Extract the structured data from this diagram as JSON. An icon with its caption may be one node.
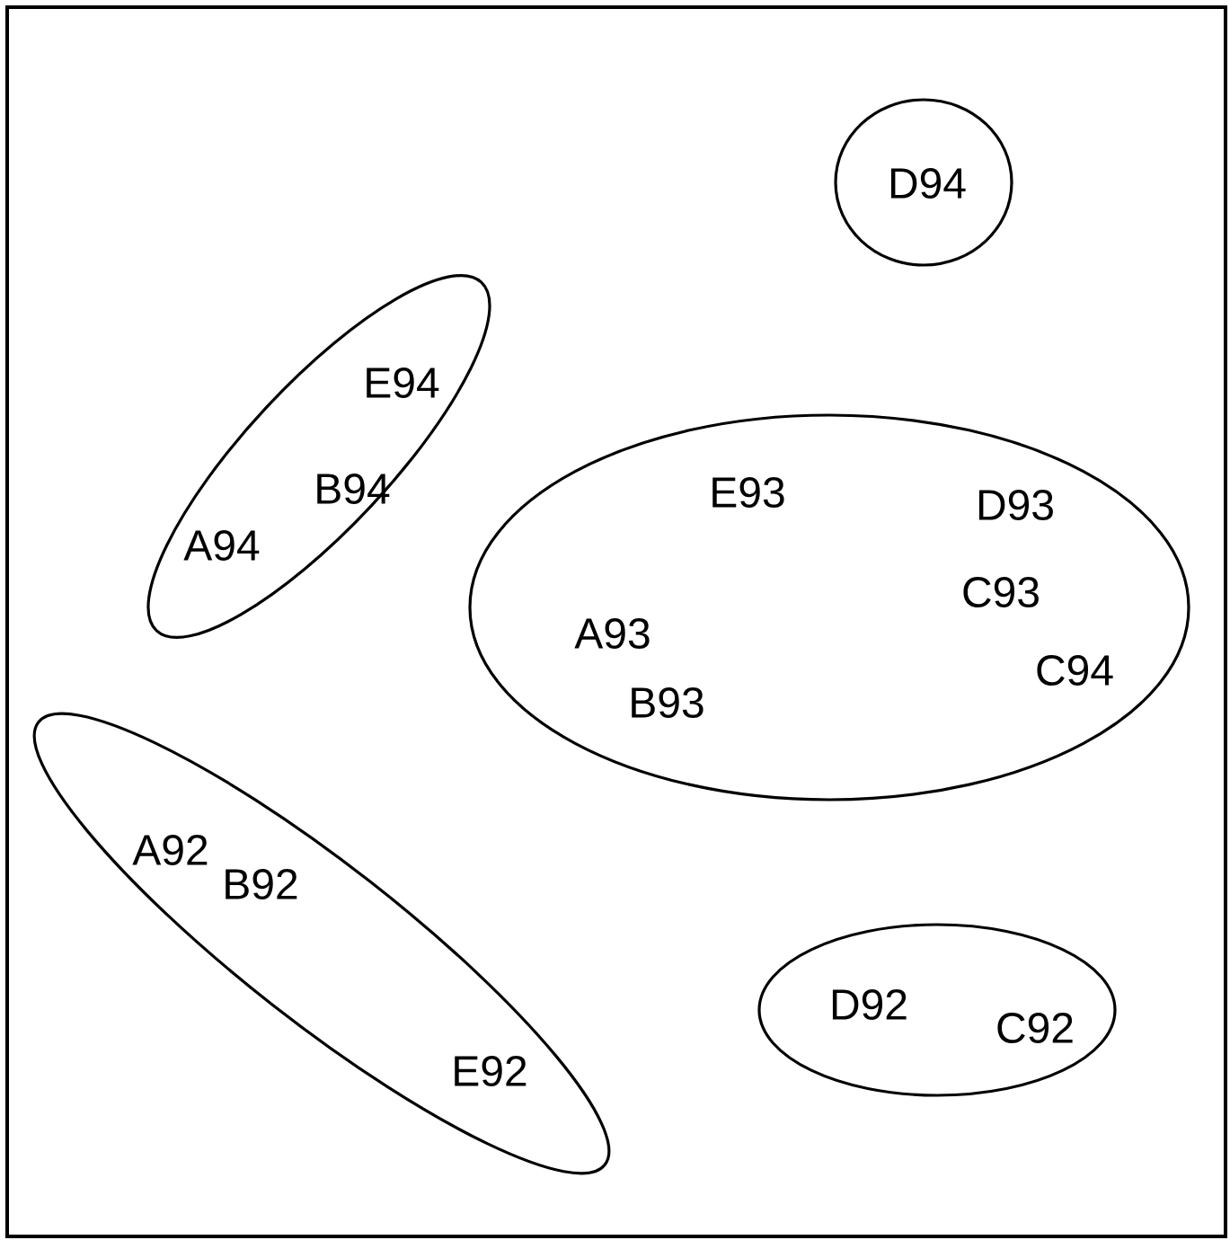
{
  "diagram": {
    "nodes": [
      {
        "text": [
          "D94"
        ]
      },
      {
        "text": [
          "E94",
          "B94",
          "A94"
        ]
      },
      {
        "text": [
          "E93",
          "D93",
          "C93",
          "A93",
          "B93",
          "C94"
        ]
      },
      {
        "text": [
          "A92",
          "B92",
          "E92"
        ]
      },
      {
        "text": [
          "D92",
          "C92"
        ]
      }
    ]
  }
}
